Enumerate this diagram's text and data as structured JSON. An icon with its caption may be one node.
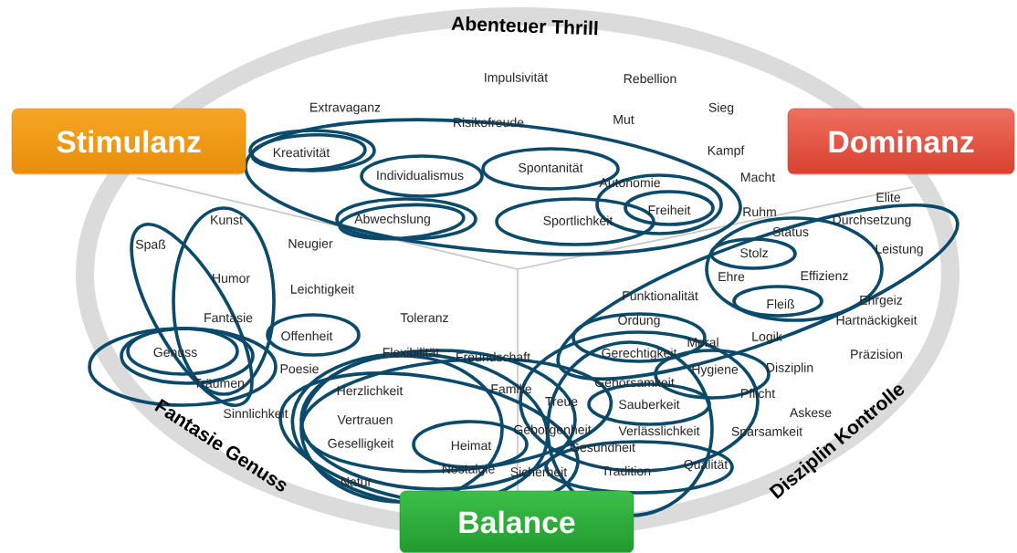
{
  "diagram": {
    "nodes": [
      {
        "text": [
          "Stimulanz"
        ]
      },
      {
        "text": [
          "Dominanz"
        ]
      },
      {
        "text": [
          "Balance"
        ]
      }
    ],
    "labels": [
      "Abenteuer Thrill",
      "Fantasie Genuss",
      "Disziplin Kontrolle",
      "Impulsivität",
      "Rebellion",
      "Extravaganz",
      "Sieg",
      "Risikofreude",
      "Mut",
      "Kreativität",
      "Kampf",
      "Individualismus",
      "Spontanität",
      "Autonomie",
      "Macht",
      "Elite",
      "Kunst",
      "Abwechslung",
      "Sportlichkeit",
      "Freiheit",
      "Ruhm",
      "Durchsetzung",
      "Status",
      "Spaß",
      "Neugier",
      "Stolz",
      "Leistung",
      "Humor",
      "Ehre",
      "Effizienz",
      "Leichtigkeit",
      "Funktionalität",
      "Fleiß",
      "Ehrgeiz",
      "Fantasie",
      "Toleranz",
      "Ordung",
      "Hartnäckigkeit",
      "Offenheit",
      "Moral",
      "Logik",
      "Genuss",
      "Flexibilität",
      "Freundschaft",
      "Gerechtigkeit",
      "Präzision",
      "Poesie",
      "Hygiene",
      "Disziplin",
      "Träumen",
      "Gehorsamkeit",
      "Herzlichkeit",
      "Familie",
      "Pflicht",
      "Treue",
      "Sauberkeit",
      "Sinnlichkeit",
      "Askese",
      "Vertrauen",
      "Geborgenheit",
      "Verlässlichkeit",
      "Sparsamkeit",
      "Geselligkeit",
      "Heimat",
      "Gesundheit",
      "Nostalgie",
      "Sicherheit",
      "Tradition",
      "Qualität",
      "Natur"
    ]
  }
}
